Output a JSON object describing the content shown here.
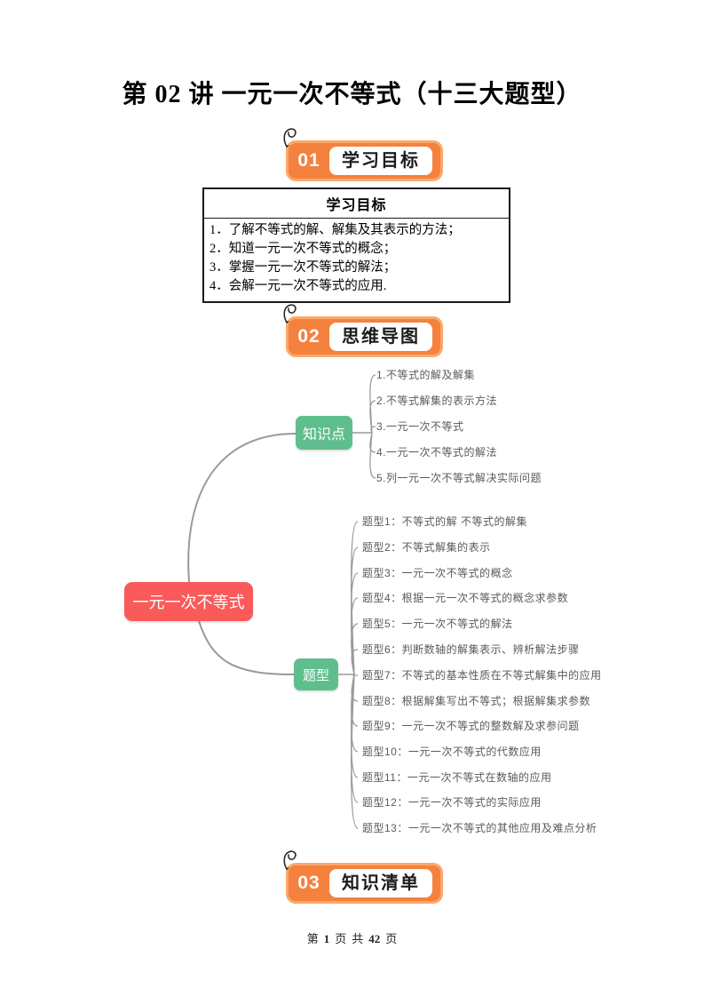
{
  "page": {
    "title": "第 02 讲 一元一次不等式（十三大题型）"
  },
  "sections": [
    {
      "num": "01",
      "label": "学习目标",
      "icon": "squiggle-icon",
      "accent_color": "#F5813E",
      "border_color": "#F9A96B"
    },
    {
      "num": "02",
      "label": "思维导图",
      "icon": "squiggle-icon",
      "accent_color": "#F5813E",
      "border_color": "#F9A96B"
    },
    {
      "num": "03",
      "label": "知识清单",
      "icon": "squiggle-icon",
      "accent_color": "#F5813E",
      "border_color": "#F9A96B"
    }
  ],
  "objectives_table": {
    "header": "学习目标",
    "items": [
      "1．了解不等式的解、解集及其表示的方法；",
      "2．知道一元一次不等式的概念；",
      "3．掌握一元一次不等式的解法；",
      "4．会解一元一次不等式的应用."
    ]
  },
  "mindmap": {
    "root": "一元一次不等式",
    "root_color": "#FA5A5A",
    "branch_color": "#5FBE8D",
    "line_color": "#9a9a9a",
    "branches": [
      {
        "label": "知识点",
        "children": [
          "1.不等式的解及解集",
          "2.不等式解集的表示方法",
          "3.一元一次不等式",
          "4.一元一次不等式的解法",
          "5.列一元一次不等式解决实际问题"
        ]
      },
      {
        "label": "题型",
        "children": [
          "题型1：不等式的解 不等式的解集",
          "题型2：不等式解集的表示",
          "题型3：一元一次不等式的概念",
          "题型4：根据一元一次不等式的概念求参数",
          "题型5：一元一次不等式的解法",
          "题型6：判断数轴的解集表示、辨析解法步骤",
          "题型7：不等式的基本性质在不等式解集中的应用",
          "题型8：根据解集写出不等式；根据解集求参数",
          "题型9：一元一次不等式的整数解及求参问题",
          "题型10：一元一次不等式的代数应用",
          "题型11：一元一次不等式在数轴的应用",
          "题型12：一元一次不等式的实际应用",
          "题型13：一元一次不等式的其他应用及难点分析"
        ]
      }
    ]
  },
  "footer": {
    "prefix": "第",
    "page_number": "1",
    "mid1": "页",
    "mid2": "共",
    "total_pages": "42",
    "suffix": "页"
  }
}
